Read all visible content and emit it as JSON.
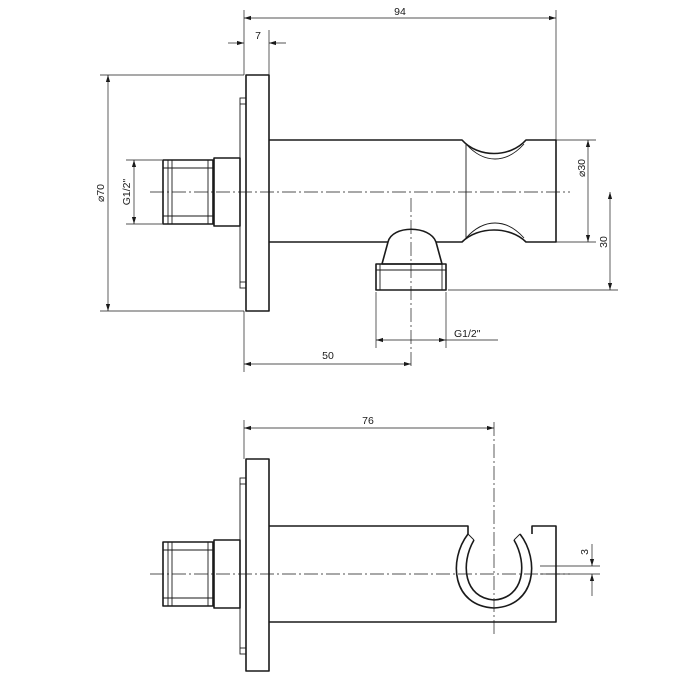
{
  "top_view": {
    "dim_overall_length": "94",
    "dim_flange_thickness": "7",
    "dim_flange_diameter": "⌀70",
    "dim_inlet_thread": "G1/2\"",
    "dim_body_diameter": "⌀30",
    "dim_outlet_offset": "30",
    "dim_outlet_thread": "G1/2\"",
    "dim_outlet_position": "50"
  },
  "bottom_view": {
    "dim_holder_length": "76",
    "dim_holder_offset": "3"
  }
}
